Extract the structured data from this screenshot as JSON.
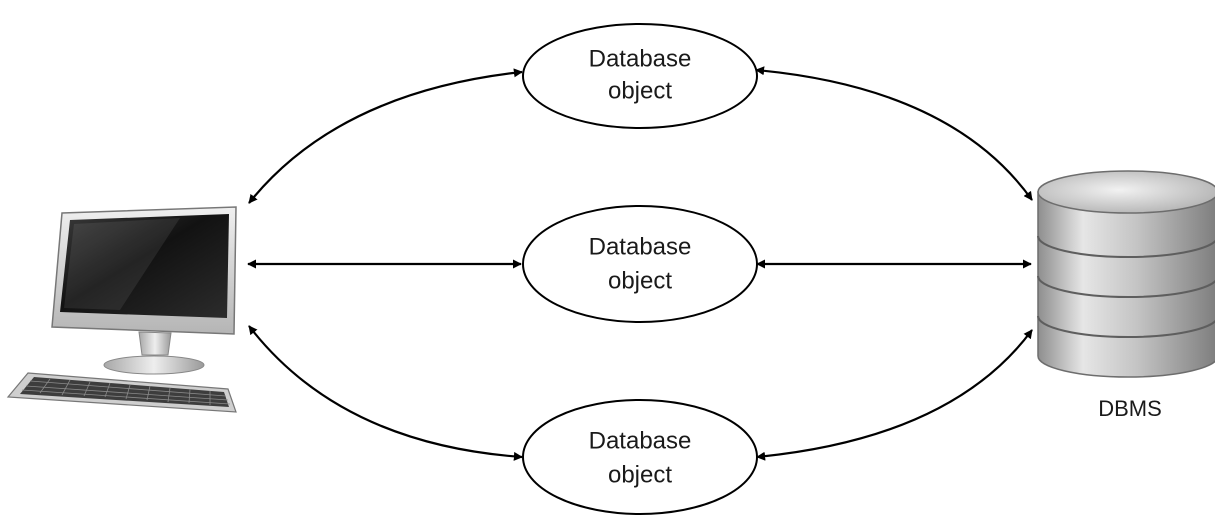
{
  "nodes": {
    "top": {
      "line1": "Database",
      "line2": "object"
    },
    "middle": {
      "line1": "Database",
      "line2": "object"
    },
    "bottom": {
      "line1": "Database",
      "line2": "object"
    }
  },
  "dbms": {
    "label": "DBMS"
  },
  "icons": {
    "client": "desktop-computer-icon",
    "dbms": "database-cylinder-icon"
  },
  "colors": {
    "line": "#000000",
    "ellipse_stroke": "#000000",
    "cylinder": "#b9b9b9",
    "monitor_frame": "#d8d8d8",
    "screen": "#1b1b1b"
  }
}
